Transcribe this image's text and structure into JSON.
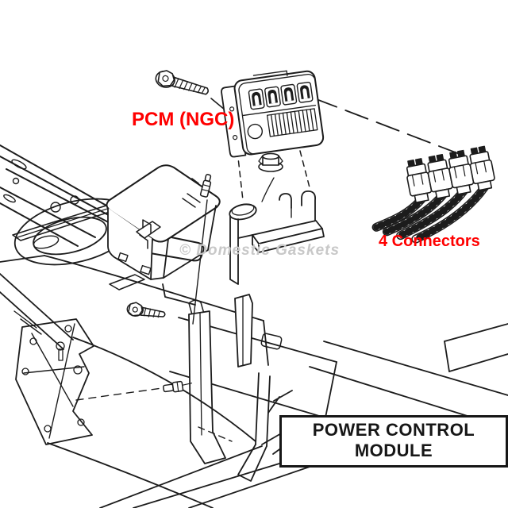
{
  "diagram": {
    "title": "POWER CONTROL MODULE",
    "labels": {
      "pcm": "PCM (NGC)",
      "connectors": "4 Connectors"
    },
    "watermark": "© Domestic Gaskets",
    "colors": {
      "label_red": "#ff0000",
      "ink": "#1c1c1c",
      "watermark_gray": "#c8c8c8",
      "title_ink": "#161616",
      "paper": "#ffffff"
    }
  }
}
